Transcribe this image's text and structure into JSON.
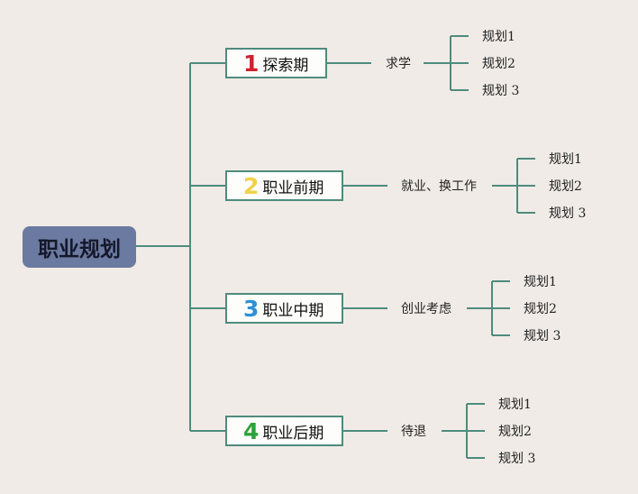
{
  "root": {
    "label": "职业规划"
  },
  "phases": [
    {
      "num": "1",
      "label": "探索期",
      "color": "#d1202f",
      "sub": "求学",
      "leaves": [
        "规划1",
        "规划2",
        "规划 3"
      ]
    },
    {
      "num": "2",
      "label": "职业前期",
      "color": "#f0d24a",
      "sub": "就业、换工作",
      "leaves": [
        "规划1",
        "规划2",
        "规划 3"
      ]
    },
    {
      "num": "3",
      "label": "职业中期",
      "color": "#2f8fd6",
      "sub": "创业考虑",
      "leaves": [
        "规划1",
        "规划2",
        "规划 3"
      ]
    },
    {
      "num": "4",
      "label": "职业后期",
      "color": "#2ba23a",
      "sub": "待退",
      "leaves": [
        "规划1",
        "规划2",
        "规划 3"
      ]
    }
  ],
  "colors": {
    "line": "#4e8b7d",
    "root_bg": "#6b7aa0",
    "background": "#f0ebe6"
  }
}
